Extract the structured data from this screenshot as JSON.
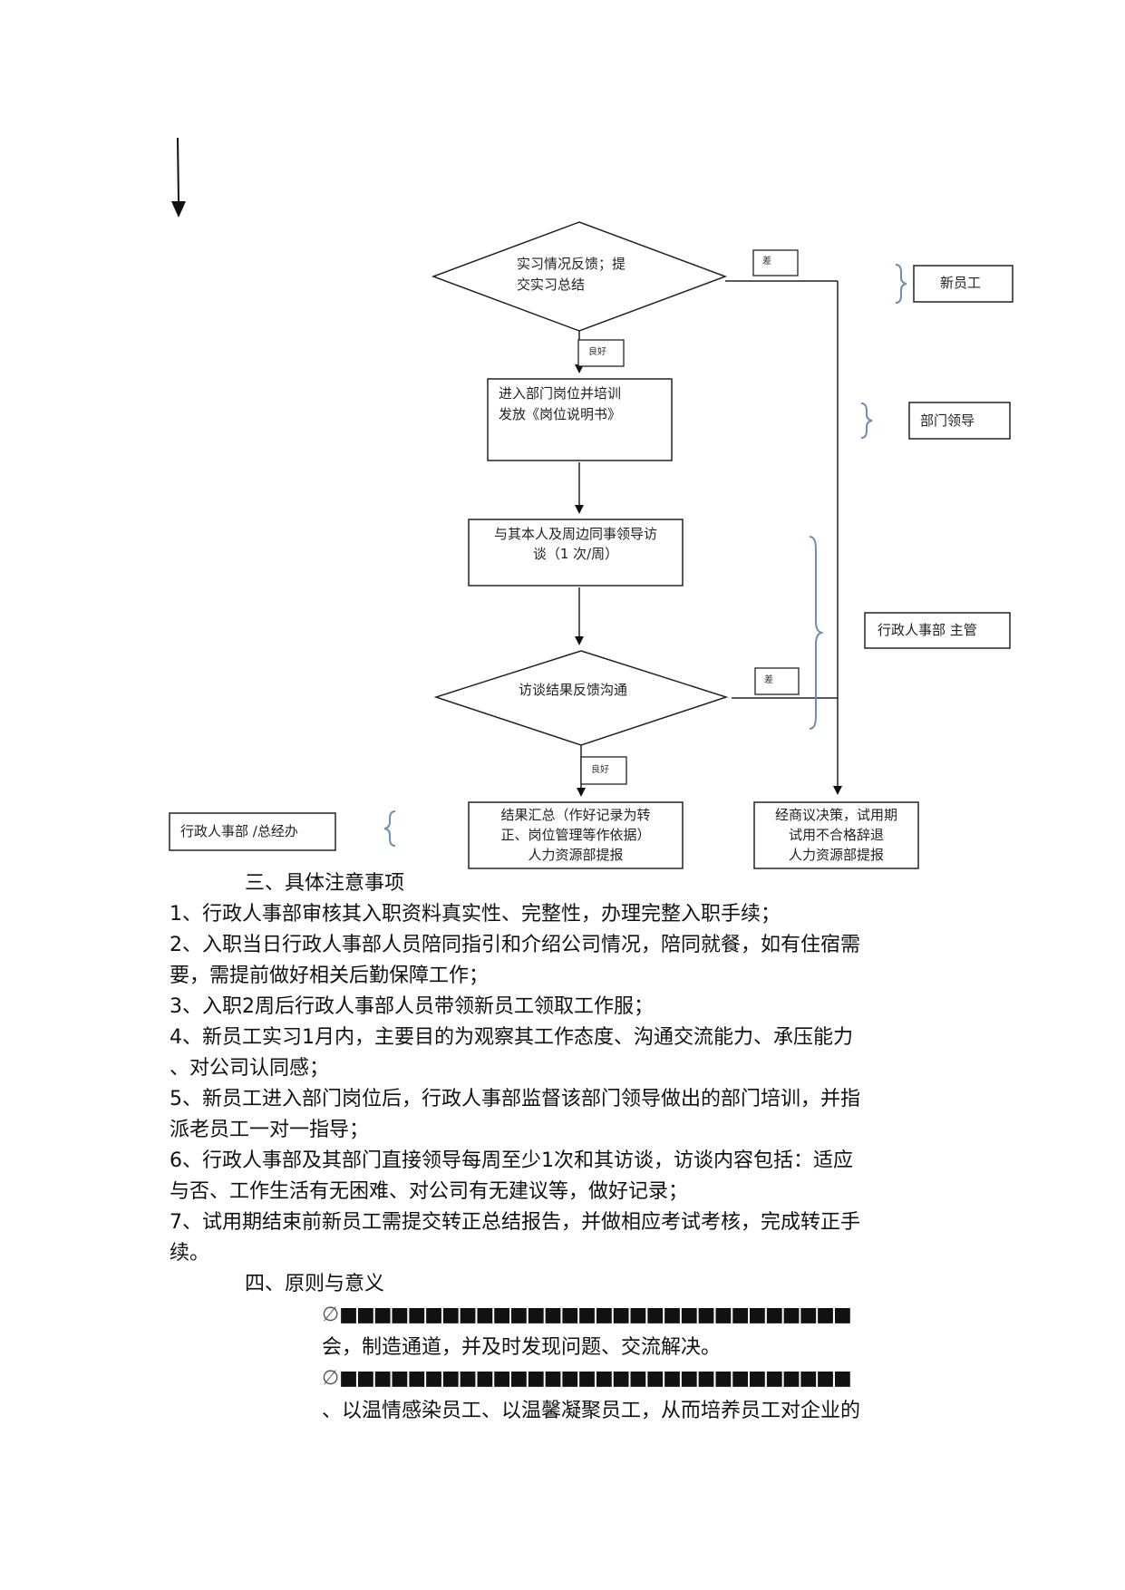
{
  "flowchart": {
    "diamond_feedback": [
      "实习情况反馈；提",
      "交实习总结"
    ],
    "label_bad_1": "差",
    "label_good_1": "良好",
    "box_enter_dept": [
      "进入部门岗位并培训",
      "发放《岗位说明书》"
    ],
    "box_interview": [
      "与其本人及周边同事领导访",
      "谈（1 次/周）"
    ],
    "diamond_interview_result": "访谈结果反馈沟通",
    "label_bad_2": "差",
    "label_good_2": "良好",
    "box_summary": [
      "结果汇总（作好记录为转",
      "正、岗位管理等作依据）",
      "人力资源部提报"
    ],
    "box_decision": [
      "经商议决策，试用期",
      "试用不合格辞退",
      "人力资源部提报"
    ],
    "role_new_employee": "新员工",
    "role_dept_leader": "部门领导",
    "role_hr_supervisor": "行政人事部  主管",
    "role_hr_gm": "行政人事部  /总经办"
  },
  "section3": {
    "heading": "三、具体注意事项",
    "lines": [
      "1、行政人事部审核其入职资料真实性、完整性，办理完整入职手续；",
      "2、入职当日行政人事部人员陪同指引和介绍公司情况，陪同就餐，如有住宿需",
      "要，需提前做好相关后勤保障工作；",
      "3、入职2周后行政人事部人员带领新员工领取工作服；",
      "4、新员工实习1月内，主要目的为观察其工作态度、沟通交流能力、承压能力",
      "、对公司认同感；",
      "5、新员工进入部门岗位后，行政人事部监督该部门领导做出的部门培训，并指",
      "派老员工一对一指导；",
      "6、行政人事部及其部门直接领导每周至少1次和其访谈，访谈内容包括：适应",
      "与否、工作生活有无困难、对公司有无建议等，做好记录；",
      "7、试用期结束前新员工需提交转正总结报告，并做相应考试考核，完成转正手",
      "续。"
    ]
  },
  "section4": {
    "heading": "四、原则与意义",
    "bullet_glyph": "∅",
    "item1_garbled": "■■■■■■■■■■■■■■■■■■■■■■■■■■■■■■",
    "item1_cont": "会，制造通道，并及时发现问题、交流解决。",
    "item2_garbled": "■■■■■■■■■■■■■■■■■■■■■■■■■■■■■■",
    "item2_cont": "、以温情感染员工、以温馨凝聚员工，从而培养员工对企业的"
  }
}
